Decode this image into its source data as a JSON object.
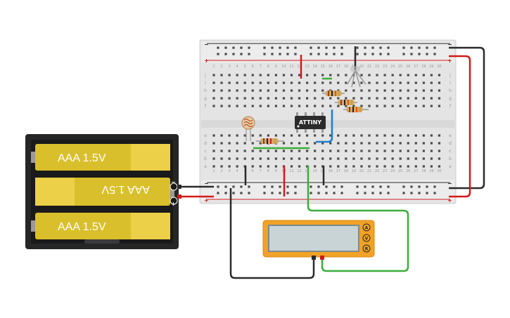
{
  "breadboard": {
    "columns": [
      "1",
      "2",
      "3",
      "4",
      "5",
      "6",
      "7",
      "8",
      "9",
      "10",
      "11",
      "12",
      "13",
      "14",
      "15",
      "16",
      "17",
      "18",
      "19",
      "20",
      "21",
      "22",
      "23",
      "24",
      "25",
      "26",
      "27",
      "28",
      "29",
      "30"
    ],
    "rows_top": [
      "j",
      "i",
      "h",
      "g",
      "f"
    ],
    "rows_bottom": [
      "e",
      "d",
      "c",
      "b",
      "a"
    ],
    "rail_minus": "−",
    "rail_plus": "+"
  },
  "chip": {
    "label": "ATTINY"
  },
  "battery_pack": {
    "cells": [
      {
        "label": "AAA 1.5V"
      },
      {
        "label": "AAA 1.5V"
      },
      {
        "label": "AAA 1.5V"
      }
    ],
    "terminal_minus": "−",
    "terminal_plus": "+"
  },
  "multimeter": {
    "modes": [
      "A",
      "V",
      "R"
    ]
  },
  "colors": {
    "red_wire": "#d11a1a",
    "black_wire": "#2a2a2a",
    "green_wire": "#3aae3a",
    "blue_wire": "#1a7fd0",
    "battery_cell": "#d9bf2b",
    "multimeter_body": "#f2a225"
  }
}
